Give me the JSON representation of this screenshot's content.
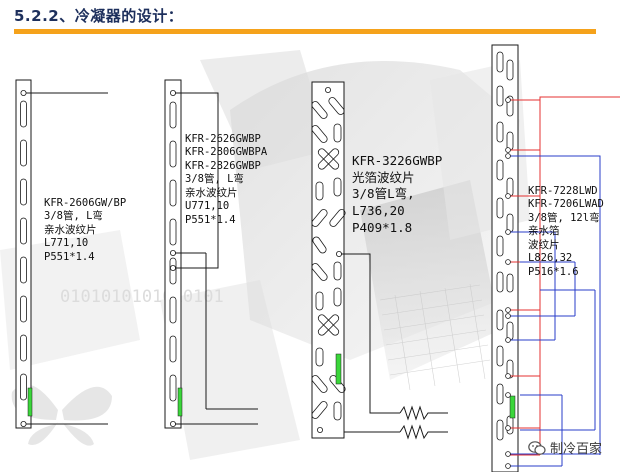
{
  "slide": {
    "title": "5.2.2、冷凝器的设计："
  },
  "background": {
    "binary_text": "0101010101010101"
  },
  "condensers": [
    {
      "model": "KFR-2606GW/BP",
      "lines": [
        "3/8管, L弯",
        "亲水波纹片",
        "L771,10",
        "P551*1.4"
      ]
    },
    {
      "models": [
        "KFR-2626GWBP",
        "KFR-2806GWBPA",
        "KFR-2826GWBP"
      ],
      "lines": [
        "3/8管, L弯",
        "亲水波纹片",
        "U771,10",
        "P551*1.4"
      ]
    },
    {
      "model": "KFR-3226GWBP",
      "lines": [
        "光箔波纹片",
        "3/8管L弯,",
        "L736,20",
        "P409*1.8"
      ]
    },
    {
      "models": [
        "KFR-7228LWD",
        "KFR-7206LWAD"
      ],
      "lines": [
        "3/8管, 12l弯",
        "亲水箔",
        "波纹片",
        "L826,32",
        "P516*1.6"
      ]
    }
  ],
  "watermark": {
    "text": "制冷百家"
  },
  "colors": {
    "title": "#1d2f5c",
    "accent_bar": "#f5a21b",
    "fin_green": "#3ad63a",
    "pipe_red": "#e53030",
    "pipe_blue": "#2a3ec9"
  }
}
